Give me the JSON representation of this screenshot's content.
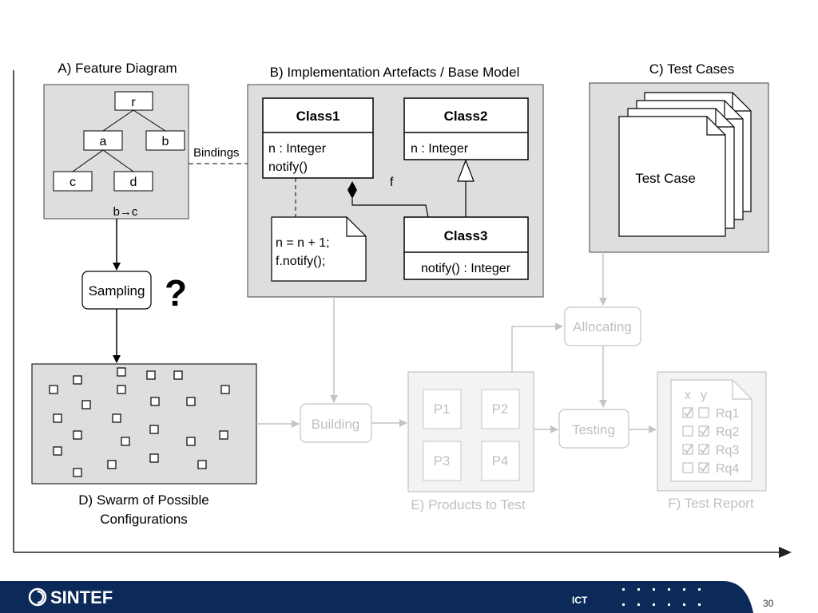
{
  "sections": {
    "feature_diagram": "A) Feature Diagram",
    "implementation": "B) Implementation Artefacts / Base Model",
    "test_cases": "C) Test Cases",
    "swarm_line1": "D) Swarm of Possible",
    "swarm_line2": "Configurations",
    "products": "E) Products to Test",
    "report": "F) Test Report"
  },
  "feature_tree": {
    "root": "r",
    "a": "a",
    "b": "b",
    "c": "c",
    "d": "d",
    "constraint": "b→c"
  },
  "bindings_label": "Bindings",
  "uml": {
    "class1_name": "Class1",
    "class1_attr1": "n : Integer",
    "class1_attr2": "notify()",
    "class2_name": "Class2",
    "class2_attr": "n : Integer",
    "class3_name": "Class3",
    "class3_attr": "notify() : Integer",
    "note_line1": "n = n + 1;",
    "note_line2": "f.notify();",
    "assoc_label": "f"
  },
  "test_case_label": "Test Case",
  "steps": {
    "sampling": "Sampling",
    "question": "?",
    "building": "Building",
    "allocating": "Allocating",
    "testing": "Testing"
  },
  "products": [
    "P1",
    "P2",
    "P3",
    "P4"
  ],
  "report": {
    "col_x": "x",
    "col_y": "y",
    "rows": [
      {
        "label": "Rq1",
        "x": "checked",
        "y": "empty"
      },
      {
        "label": "Rq2",
        "x": "empty",
        "y": "checked"
      },
      {
        "label": "Rq3",
        "x": "checked",
        "y": "checked"
      },
      {
        "label": "Rq4",
        "x": "empty",
        "y": "checked"
      }
    ]
  },
  "footer": {
    "logo": "SINTEF",
    "unit": "ICT",
    "page": "30",
    "logo_icon": "sintef-swirl-icon",
    "bg_color": "#0b2a5a"
  },
  "colors": {
    "panel_fill": "#dedede",
    "faded": "#c4c4c4",
    "faded_text": "#c0c0c0"
  }
}
